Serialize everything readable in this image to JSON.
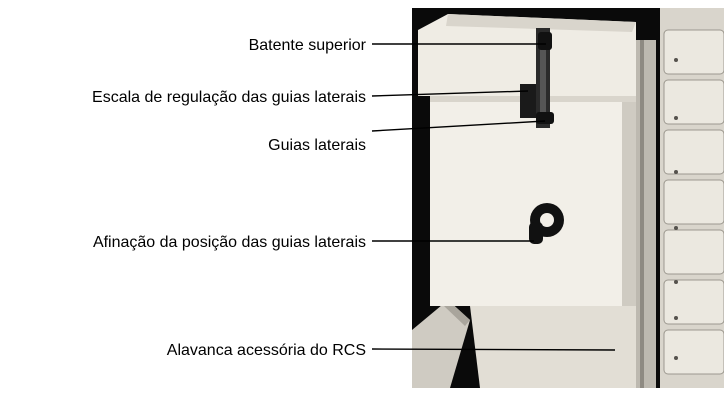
{
  "figure": {
    "callouts": [
      {
        "id": "top-stop",
        "label": "Batente superior"
      },
      {
        "id": "side-guide-scale",
        "label": "Escala de regulação das guias laterais"
      },
      {
        "id": "side-guides",
        "label": "Guias laterais"
      },
      {
        "id": "side-guide-fine-tune",
        "label": "Afinação da posição das guias laterais"
      },
      {
        "id": "rcs-accessory-lever",
        "label": "Alavanca acessória do RCS"
      }
    ]
  },
  "colors": {
    "photo_background": "#0a0a0a",
    "machine_body": "#efece4",
    "machine_shadow": "#cfcbc2",
    "stacker_trays": "#e6e3da",
    "ink": "#000000"
  }
}
